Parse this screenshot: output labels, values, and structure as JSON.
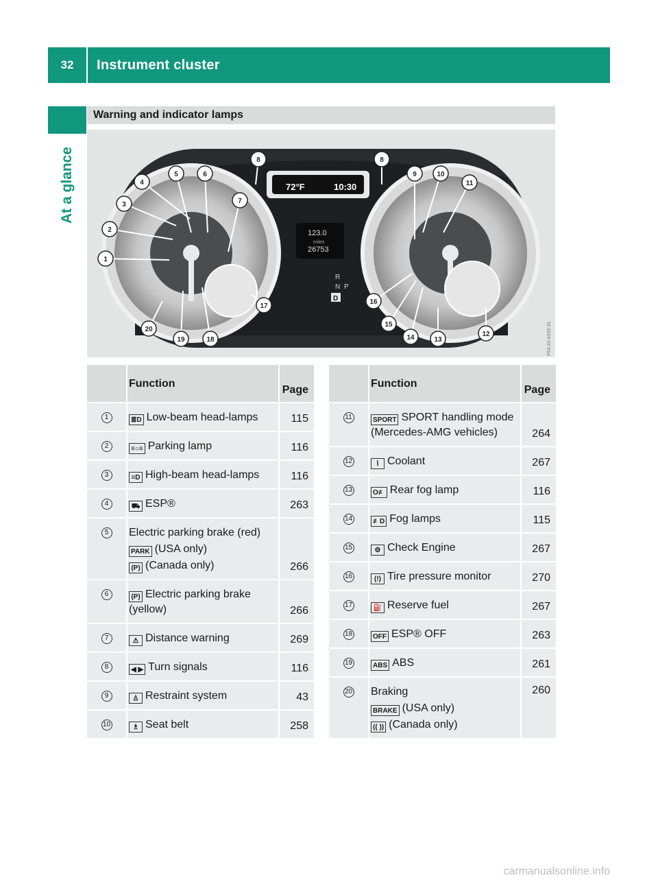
{
  "header": {
    "page_number": "32",
    "chapter": "Instrument cluster",
    "side_label": "At a glance"
  },
  "section": {
    "title": "Warning and indicator lamps"
  },
  "figure": {
    "display_temp": "72°F",
    "display_time": "10:30",
    "odometer_top": "123.0",
    "odometer_unit": "miles",
    "odometer_bottom": "26753",
    "gear_r": "R",
    "gear_n": "N",
    "gear_p": "P",
    "gear_d": "D",
    "ref_code": "P54.33-4339-31",
    "callouts": [
      "1",
      "2",
      "3",
      "4",
      "5",
      "6",
      "7",
      "8",
      "8",
      "9",
      "10",
      "11",
      "12",
      "13",
      "14",
      "15",
      "16",
      "17",
      "18",
      "19",
      "20"
    ]
  },
  "left_table": {
    "headers": {
      "function": "Function",
      "page": "Page"
    },
    "rows": [
      {
        "num": "1",
        "icon": "low-beam-icon",
        "glyph": "≣D",
        "text": "Low-beam head-lamps",
        "page": "115"
      },
      {
        "num": "2",
        "icon": "parking-lamp-icon",
        "glyph": "≡○≡",
        "text": "Parking lamp",
        "page": "116"
      },
      {
        "num": "3",
        "icon": "high-beam-icon",
        "glyph": "≡D",
        "text": "High-beam head-lamps",
        "page": "116"
      },
      {
        "num": "4",
        "icon": "esp-icon",
        "glyph": "⛟",
        "text": "ESP®",
        "page": "263"
      },
      {
        "num": "5",
        "text": "Electric parking brake (red)",
        "sub": [
          {
            "icon": "park-icon",
            "glyph": "PARK",
            "text": "(USA only)"
          },
          {
            "icon": "p-circle-icon",
            "glyph": "(P)",
            "text": "(Canada only)"
          }
        ],
        "page": "266"
      },
      {
        "num": "6",
        "icon": "p-circle-icon",
        "glyph": "(P)",
        "text": "Electric parking brake (yellow)",
        "page": "266"
      },
      {
        "num": "7",
        "icon": "distance-warning-icon",
        "glyph": "⚠",
        "text": "Distance warning",
        "page": "269"
      },
      {
        "num": "8",
        "icon": "turn-signal-icon",
        "glyph": "◀ ▶",
        "text": "Turn signals",
        "page": "116"
      },
      {
        "num": "9",
        "icon": "restraint-system-icon",
        "glyph": "♙",
        "text": "Restraint system",
        "page": "43"
      },
      {
        "num": "10",
        "icon": "seat-belt-icon",
        "glyph": "♗",
        "text": "Seat belt",
        "page": "258"
      }
    ]
  },
  "right_table": {
    "headers": {
      "function": "Function",
      "page": "Page"
    },
    "rows": [
      {
        "num": "11",
        "icon": "sport-icon",
        "glyph": "SPORT",
        "text": "SPORT handling mode (Mercedes-AMG vehicles)",
        "page": "264"
      },
      {
        "num": "12",
        "icon": "coolant-icon",
        "glyph": "⌇",
        "text": "Coolant",
        "page": "267"
      },
      {
        "num": "13",
        "icon": "rear-fog-lamp-icon",
        "glyph": "O≢",
        "text": "Rear fog lamp",
        "page": "116"
      },
      {
        "num": "14",
        "icon": "fog-lamps-icon",
        "glyph": "≢D",
        "text": "Fog lamps",
        "page": "115"
      },
      {
        "num": "15",
        "icon": "check-engine-icon",
        "glyph": "⚙",
        "text": "Check Engine",
        "page": "267"
      },
      {
        "num": "16",
        "icon": "tire-pressure-icon",
        "glyph": "(!)",
        "text": "Tire pressure monitor",
        "page": "270"
      },
      {
        "num": "17",
        "icon": "reserve-fuel-icon",
        "glyph": "⛽",
        "text": "Reserve fuel",
        "page": "267"
      },
      {
        "num": "18",
        "icon": "esp-off-icon",
        "glyph": "OFF",
        "text": "ESP® OFF",
        "page": "263"
      },
      {
        "num": "19",
        "icon": "abs-icon",
        "glyph": "ABS",
        "text": "ABS",
        "page": "261"
      },
      {
        "num": "20",
        "text": "Braking",
        "sub": [
          {
            "icon": "brake-icon",
            "glyph": "BRAKE",
            "text": "(USA only)"
          },
          {
            "icon": "brake-circle-icon",
            "glyph": "(( ))",
            "text": "(Canada only)"
          }
        ],
        "page": "260"
      }
    ]
  },
  "watermark": "carmanualsonline.info"
}
